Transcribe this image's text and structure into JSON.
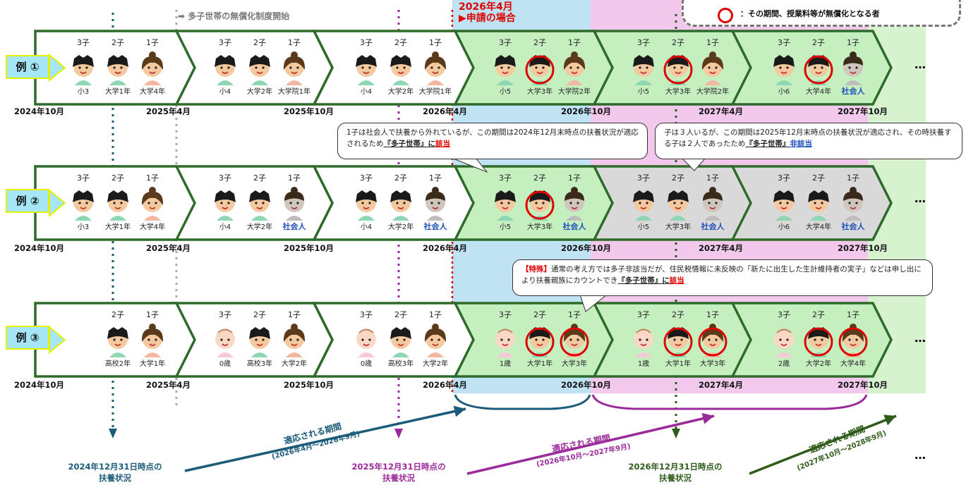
{
  "header": {
    "policy_start": "多子世帯の無償化制度開始",
    "apply_title_line1": "2026年4月",
    "apply_title_line2": "申請の場合",
    "legend_text": "：その期間、授業料等が無償化となる者"
  },
  "dates": [
    "2024年10月",
    "2025年4月",
    "2025年10月",
    "2026年4月",
    "2026年10月",
    "2027年4月",
    "2027年10月"
  ],
  "ellipsis": "…",
  "rows": [
    {
      "label": "例 ①",
      "periods": [
        {
          "children": [
            {
              "order": "3子",
              "label": "小3",
              "type": "boy",
              "circled": false
            },
            {
              "order": "2子",
              "label": "大学1年",
              "type": "boy",
              "circled": false
            },
            {
              "order": "1子",
              "label": "大学4年",
              "type": "girl",
              "circled": false
            }
          ]
        },
        {
          "children": [
            {
              "order": "3子",
              "label": "小4",
              "type": "boy",
              "circled": false
            },
            {
              "order": "2子",
              "label": "大学2年",
              "type": "boy",
              "circled": false
            },
            {
              "order": "1子",
              "label": "大学院1年",
              "type": "girl",
              "circled": false
            }
          ]
        },
        {
          "children": [
            {
              "order": "3子",
              "label": "小4",
              "type": "boy",
              "circled": false
            },
            {
              "order": "2子",
              "label": "大学2年",
              "type": "boy",
              "circled": false
            },
            {
              "order": "1子",
              "label": "大学院1年",
              "type": "girl",
              "circled": false
            }
          ]
        },
        {
          "children": [
            {
              "order": "3子",
              "label": "小5",
              "type": "boy",
              "circled": false
            },
            {
              "order": "2子",
              "label": "大学3年",
              "type": "boy",
              "circled": true
            },
            {
              "order": "1子",
              "label": "大学院2年",
              "type": "girl",
              "circled": false
            }
          ]
        },
        {
          "children": [
            {
              "order": "3子",
              "label": "小5",
              "type": "boy",
              "circled": false
            },
            {
              "order": "2子",
              "label": "大学3年",
              "type": "boy",
              "circled": true
            },
            {
              "order": "1子",
              "label": "大学院2年",
              "type": "girl",
              "circled": false
            }
          ]
        },
        {
          "children": [
            {
              "order": "3子",
              "label": "小6",
              "type": "boy",
              "circled": false
            },
            {
              "order": "2子",
              "label": "大学4年",
              "type": "boy",
              "circled": true
            },
            {
              "order": "1子",
              "label": "社会人",
              "type": "adult",
              "circled": false
            }
          ]
        }
      ],
      "fills": [
        "#ffffff",
        "#ffffff",
        "#ffffff",
        "#c6efc0",
        "#c6efc0",
        "#c6efc0"
      ]
    },
    {
      "label": "例 ②",
      "periods": [
        {
          "children": [
            {
              "order": "3子",
              "label": "小3",
              "type": "boy",
              "circled": false
            },
            {
              "order": "2子",
              "label": "大学1年",
              "type": "boy",
              "circled": false
            },
            {
              "order": "1子",
              "label": "大学4年",
              "type": "girl",
              "circled": false
            }
          ]
        },
        {
          "children": [
            {
              "order": "3子",
              "label": "小4",
              "type": "boy",
              "circled": false
            },
            {
              "order": "2子",
              "label": "大学2年",
              "type": "boy",
              "circled": false
            },
            {
              "order": "1子",
              "label": "社会人",
              "type": "adult",
              "circled": false
            }
          ]
        },
        {
          "children": [
            {
              "order": "3子",
              "label": "小4",
              "type": "boy",
              "circled": false
            },
            {
              "order": "2子",
              "label": "大学2年",
              "type": "boy",
              "circled": false
            },
            {
              "order": "1子",
              "label": "社会人",
              "type": "adult",
              "circled": false
            }
          ]
        },
        {
          "children": [
            {
              "order": "3子",
              "label": "小5",
              "type": "boy",
              "circled": false
            },
            {
              "order": "2子",
              "label": "大学3年",
              "type": "boy",
              "circled": true
            },
            {
              "order": "1子",
              "label": "社会人",
              "type": "adult",
              "circled": false
            }
          ]
        },
        {
          "children": [
            {
              "order": "3子",
              "label": "小5",
              "type": "boy",
              "circled": false
            },
            {
              "order": "2子",
              "label": "大学3年",
              "type": "boy",
              "circled": false
            },
            {
              "order": "1子",
              "label": "社会人",
              "type": "adult",
              "circled": false
            }
          ]
        },
        {
          "children": [
            {
              "order": "3子",
              "label": "小6",
              "type": "boy",
              "circled": false
            },
            {
              "order": "2子",
              "label": "大学4年",
              "type": "boy",
              "circled": false
            },
            {
              "order": "1子",
              "label": "社会人",
              "type": "adult",
              "circled": false
            }
          ]
        }
      ],
      "fills": [
        "#ffffff",
        "#ffffff",
        "#ffffff",
        "#c6efc0",
        "#d9d9d9",
        "#d9d9d9"
      ]
    },
    {
      "label": "例 ③",
      "periods": [
        {
          "children": [
            {
              "order": "2子",
              "label": "高校2年",
              "type": "boy",
              "circled": false
            },
            {
              "order": "1子",
              "label": "大学1年",
              "type": "girl",
              "circled": false
            }
          ]
        },
        {
          "children": [
            {
              "order": "3子",
              "label": "0歳",
              "type": "baby",
              "circled": false
            },
            {
              "order": "2子",
              "label": "高校3年",
              "type": "boy",
              "circled": false
            },
            {
              "order": "1子",
              "label": "大学2年",
              "type": "girl",
              "circled": false
            }
          ]
        },
        {
          "children": [
            {
              "order": "3子",
              "label": "0歳",
              "type": "baby",
              "circled": false
            },
            {
              "order": "2子",
              "label": "高校3年",
              "type": "boy",
              "circled": false
            },
            {
              "order": "1子",
              "label": "大学2年",
              "type": "girl",
              "circled": false
            }
          ]
        },
        {
          "children": [
            {
              "order": "3子",
              "label": "1歳",
              "type": "baby",
              "circled": false
            },
            {
              "order": "2子",
              "label": "大学1年",
              "type": "boy",
              "circled": true
            },
            {
              "order": "1子",
              "label": "大学3年",
              "type": "girl",
              "circled": true
            }
          ]
        },
        {
          "children": [
            {
              "order": "3子",
              "label": "1歳",
              "type": "baby",
              "circled": false
            },
            {
              "order": "2子",
              "label": "大学1年",
              "type": "boy",
              "circled": true
            },
            {
              "order": "1子",
              "label": "大学3年",
              "type": "girl",
              "circled": true
            }
          ]
        },
        {
          "children": [
            {
              "order": "3子",
              "label": "2歳",
              "type": "baby",
              "circled": false
            },
            {
              "order": "2子",
              "label": "大学2年",
              "type": "boy",
              "circled": true
            },
            {
              "order": "1子",
              "label": "大学4年",
              "type": "girl",
              "circled": true
            }
          ]
        }
      ],
      "fills": [
        "#ffffff",
        "#ffffff",
        "#ffffff",
        "#c6efc0",
        "#c6efc0",
        "#c6efc0"
      ]
    }
  ],
  "callouts": {
    "c1_part1": "1子は社会人で扶養から外れているが、この期間は2024年12月末時点の扶養状況が適応されるため",
    "c1_part2": "『多子世帯』に",
    "c1_part3": "該当",
    "c2_part1": "子は３人いるが、この期間は2025年12月末時点の扶養状況が適応され、その時扶養する子は２人であったため",
    "c2_part2": "『多子世帯』",
    "c2_part3": "非該当",
    "c3_tag": "【特殊】",
    "c3_part1": "通常の考え方では多子非該当だが、住民税情報に未反映の「新たに出生した生計維持者の実子」などは申し出により扶養親族にカウントでき",
    "c3_part2": "『多子世帯』に",
    "c3_part3": "該当"
  },
  "bottom": {
    "status1": "2024年12月31日時点の\n扶養状況",
    "status2": "2025年12月31日時点の\n扶養状況",
    "status3": "2026年12月31日時点の\n扶養状況",
    "period_title": "適応される期間",
    "period1": "(2026年4月～2026年9月)",
    "period2": "(2026年10月～2027年9月)",
    "period3": "(2027年10月～2028年9月)"
  },
  "colors": {
    "arrow_border": "#2e6b2a",
    "blue_band": "#bfe3f3",
    "pink_band": "#f2c9ec",
    "green_band": "#d6f2cf",
    "teal": "#1a5b7a",
    "purple": "#9b2a9b",
    "darkgreen": "#2e5b1a",
    "red": "#e00000"
  }
}
